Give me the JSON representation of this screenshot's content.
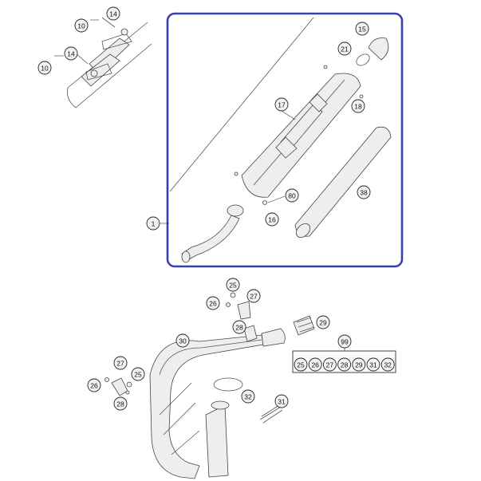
{
  "callouts": [
    {
      "id": "c-14-a",
      "label": "14"
    },
    {
      "id": "c-10-a",
      "label": "10"
    },
    {
      "id": "c-14-b",
      "label": "14"
    },
    {
      "id": "c-10-b",
      "label": "10"
    },
    {
      "id": "c-15",
      "label": "15"
    },
    {
      "id": "c-21",
      "label": "21"
    },
    {
      "id": "c-17",
      "label": "17"
    },
    {
      "id": "c-18",
      "label": "18"
    },
    {
      "id": "c-38",
      "label": "38"
    },
    {
      "id": "c-80",
      "label": "80"
    },
    {
      "id": "c-16",
      "label": "16"
    },
    {
      "id": "c-1",
      "label": "1"
    },
    {
      "id": "c-25-a",
      "label": "25"
    },
    {
      "id": "c-26-a",
      "label": "26"
    },
    {
      "id": "c-27-a",
      "label": "27"
    },
    {
      "id": "c-28-a",
      "label": "28"
    },
    {
      "id": "c-29",
      "label": "29"
    },
    {
      "id": "c-30",
      "label": "30"
    },
    {
      "id": "c-99",
      "label": "99"
    },
    {
      "id": "c-27-b",
      "label": "27"
    },
    {
      "id": "c-26-b",
      "label": "26"
    },
    {
      "id": "c-25-b",
      "label": "25"
    },
    {
      "id": "c-28-b",
      "label": "28"
    },
    {
      "id": "c-32",
      "label": "32"
    },
    {
      "id": "c-31",
      "label": "31"
    }
  ],
  "kit_items": [
    "25",
    "26",
    "27",
    "28",
    "29",
    "31",
    "32"
  ],
  "colors": {
    "highlight_frame": "#3a3fb0",
    "line": "#444444",
    "part_fill": "#eeeeee",
    "callout_fill": "#f2f2f2"
  }
}
